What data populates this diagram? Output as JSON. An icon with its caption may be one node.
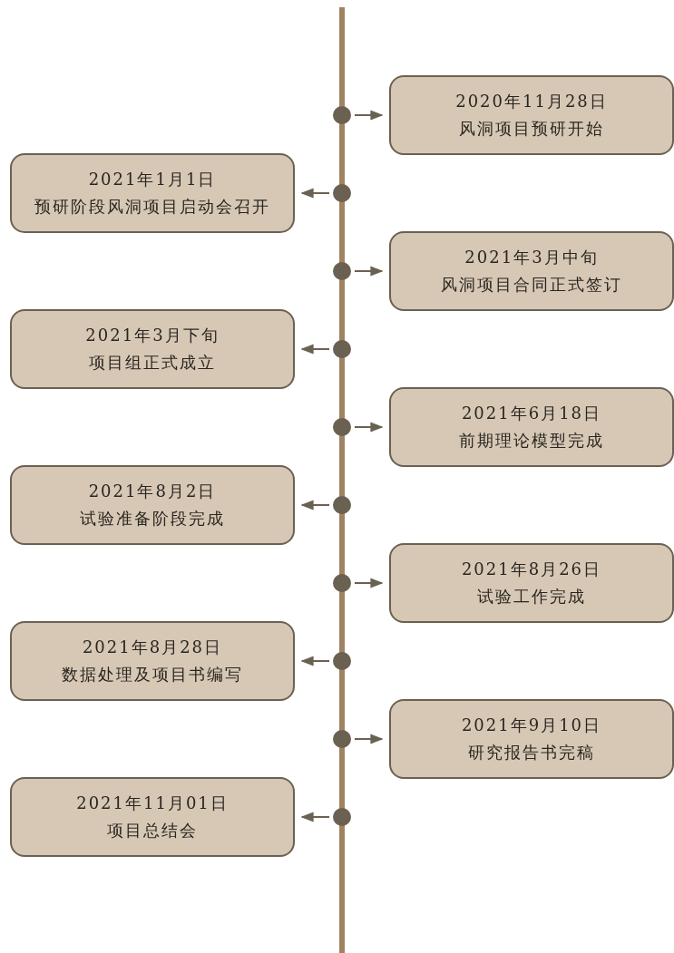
{
  "diagram": {
    "nodes": [
      {
        "text": [
          "2020年11月28日",
          "风洞项目预研开始"
        ]
      },
      {
        "text": [
          "2021年1月1日",
          "预研阶段风洞项目启动会召开"
        ]
      },
      {
        "text": [
          "2021年3月中旬",
          "风洞项目合同正式签订"
        ]
      },
      {
        "text": [
          "2021年3月下旬",
          "项目组正式成立"
        ]
      },
      {
        "text": [
          "2021年6月18日",
          "前期理论模型完成"
        ]
      },
      {
        "text": [
          "2021年8月2日",
          "试验准备阶段完成"
        ]
      },
      {
        "text": [
          "2021年8月26日",
          "试验工作完成"
        ]
      },
      {
        "text": [
          "2021年8月28日",
          "数据处理及项目书编写"
        ]
      },
      {
        "text": [
          "2021年9月10日",
          "研究报告书完稿"
        ]
      },
      {
        "text": [
          "2021年11月01日",
          "项目总结会"
        ]
      },
      {
        "text": [],
        "shape": "circle"
      },
      {
        "text": [],
        "shape": "circle"
      },
      {
        "text": [],
        "shape": "circle"
      },
      {
        "text": [],
        "shape": "circle"
      },
      {
        "text": [],
        "shape": "circle"
      },
      {
        "text": [],
        "shape": "circle"
      },
      {
        "text": [],
        "shape": "circle"
      },
      {
        "text": [],
        "shape": "circle"
      },
      {
        "text": [],
        "shape": "circle"
      },
      {
        "text": [],
        "shape": "circle"
      }
    ],
    "edges": [
      {
        "from": 10,
        "to": 0,
        "arrow": "to"
      },
      {
        "from": 11,
        "to": 1,
        "arrow": "to"
      },
      {
        "from": 12,
        "to": 2,
        "arrow": "to"
      },
      {
        "from": 13,
        "to": 3,
        "arrow": "to"
      },
      {
        "from": 14,
        "to": 4,
        "arrow": "to"
      },
      {
        "from": 15,
        "to": 5,
        "arrow": "to"
      },
      {
        "from": 16,
        "to": 6,
        "arrow": "to"
      },
      {
        "from": 17,
        "to": 7,
        "arrow": "to"
      },
      {
        "from": 18,
        "to": 8,
        "arrow": "to"
      },
      {
        "from": 19,
        "to": 9,
        "arrow": "to"
      }
    ]
  }
}
